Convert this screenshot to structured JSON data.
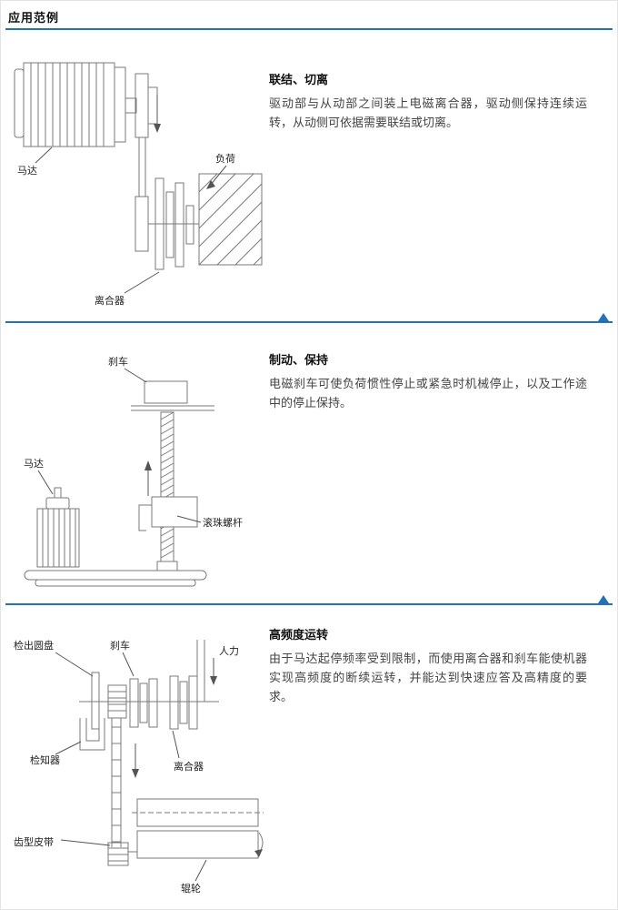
{
  "page": {
    "title": "应用范例"
  },
  "colors": {
    "accent": "#2471b5"
  },
  "icons": {
    "back_to_top": "triangle-up"
  },
  "sections": [
    {
      "heading": "联结、切离",
      "body": "驱动部与从动部之间装上电磁离合器，驱动侧保持连续运转，从动侧可依据需要联结或切离。",
      "labels": {
        "motor": "马达",
        "load": "负荷",
        "clutch": "离合器"
      }
    },
    {
      "heading": "制动、保持",
      "body": "电磁刹车可使负荷惯性停止或紧急时机械停止，以及工作途中的停止保持。",
      "labels": {
        "brake": "刹车",
        "motor": "马达",
        "ballscrew": "滚珠螺杆"
      }
    },
    {
      "heading": "高频度运转",
      "body": "由于马达起停频率受到限制，而使用离合器和刹车能使机器实现高频度的断续运转，并能达到快速应答及高精度的要求。",
      "labels": {
        "detection_disc": "检出圆盘",
        "brake": "刹车",
        "human_power": "人力",
        "detector": "检知器",
        "clutch": "离合器",
        "toothed_belt": "齿型皮带",
        "roller": "辊轮"
      }
    }
  ]
}
